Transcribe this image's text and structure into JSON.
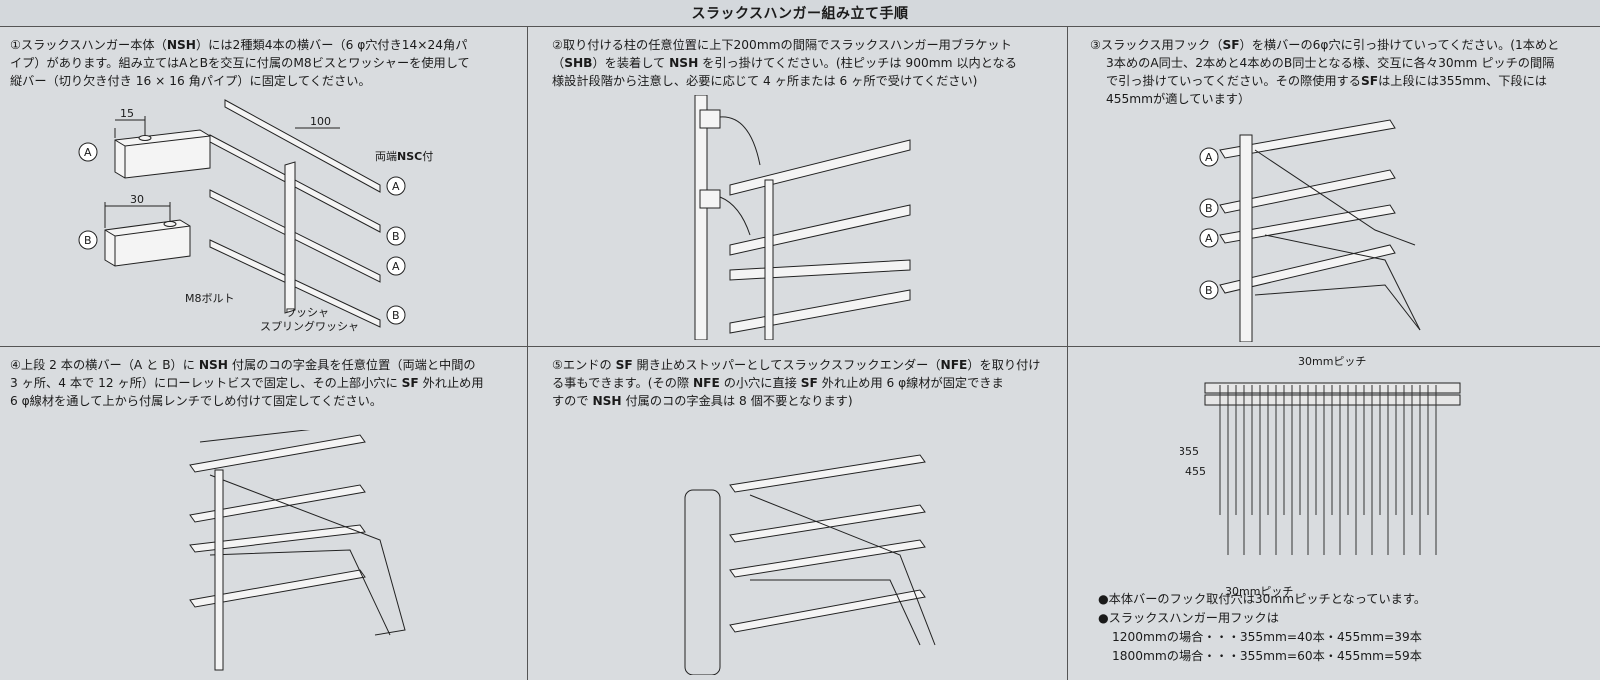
{
  "title": "スラックスハンガー組み立て手順",
  "step1": {
    "l1a": "①スラックスハンガー本体（",
    "l1b": "NSH",
    "l1c": "）には2種類4本の横バー（6 φ穴付き14×24角パ",
    "l2": "イプ）があります。組み立てはAとBを交互に付属のM8ビスとワッシャーを使用して",
    "l3": "縦バー（切り欠き付き 16 × 16 角パイプ）に固定してください。",
    "dim15": "15",
    "dim30": "30",
    "dim100": "100",
    "labelA": "A",
    "labelB": "B",
    "nsc_a": "両端",
    "nsc_b": "NSC",
    "nsc_c": "付",
    "bolt": "M8ボルト",
    "washer": "ワッシャ",
    "spring": "スプリングワッシャ"
  },
  "step2": {
    "l1": "②取り付ける柱の任意位置に上下200mmの間隔でスラックスハンガー用ブラケット",
    "l2a": "（",
    "l2b": "SHB",
    "l2c": "）を装着して ",
    "l2d": "NSH",
    "l2e": " を引っ掛けてください。(柱ピッチは 900mm 以内となる",
    "l3": "様設計段階から注意し、必要に応じて 4 ヶ所または 6 ヶ所で受けてください)"
  },
  "step3": {
    "l1a": "③スラックス用フック（",
    "l1b": "SF",
    "l1c": "）を横バーの6φ穴に引っ掛けていってください。(1本めと",
    "l2": "3本めのA同士、2本めと4本めの",
    "l2b": "B同士となる様、交互に各々30mm ピッチの間隔",
    "l3": "で引っ掛けていってください。その際使用する",
    "l3b": "SF",
    "l3c": "は上段には355mm、下段には",
    "l4": "455mmが適しています）"
  },
  "step4": {
    "l1a": "④上段 2 本の横バー（A と B）に ",
    "l1b": "NSH",
    "l1c": " 付属のコの字金具を任意位置（両端と中間の",
    "l2a": "3 ヶ所、4 本で 12 ヶ所）にローレットビスで固定し、その上部小穴に ",
    "l2b": "SF",
    "l2c": " 外れ止め用",
    "l3": "6 φ線材を通して上から付属レンチでしめ付けて固定してください。"
  },
  "step5": {
    "l1a": "⑤エンドの ",
    "l1b": "SF",
    "l1c": " 開き止めストッパーとしてスラックスフックエンダー（",
    "l1d": "NFE",
    "l1e": "）を取り付け",
    "l2a": "る事もできます。(その際 ",
    "l2b": "NFE",
    "l2c": " の小穴に直接 ",
    "l2d": "SF",
    "l2e": " 外れ止め用 6 φ線材が固定できま",
    "l3a": "すので ",
    "l3b": "NSH",
    "l3c": " 付属のコの字金具は 8 個不要となります)"
  },
  "step6": {
    "pitch_top": "30mmピッチ",
    "pitch_bottom": "30mmピッチ",
    "dim355": "355",
    "dim455": "455",
    "note1": "●本体バーのフック取付穴は30mmピッチとなっています。",
    "note2": "●スラックスハンガー用フックは",
    "note3": "1200mmの場合・・・355mm=40本・455mm=39本",
    "note4": "1800mmの場合・・・355mm=60本・455mm=59本"
  }
}
